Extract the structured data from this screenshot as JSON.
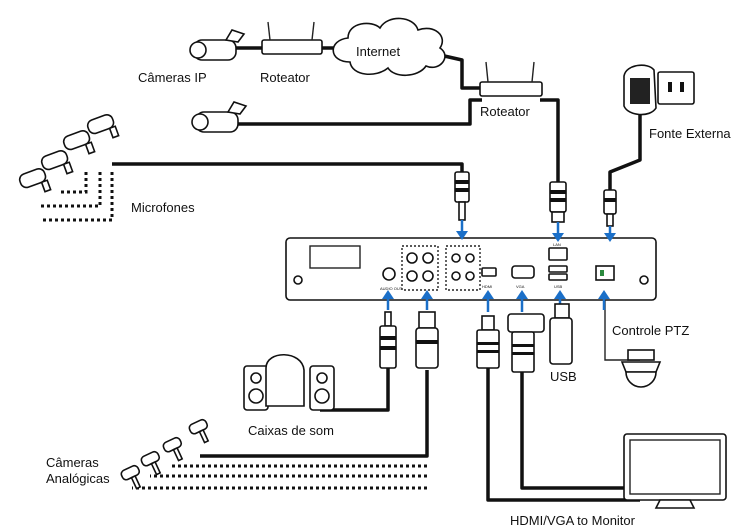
{
  "labels": {
    "internet": "Internet",
    "cameras_ip": "Câmeras IP",
    "router_left": "Roteator",
    "router_right": "Roteator",
    "external_power": "Fonte Externa",
    "microphones": "Microfones",
    "ptz_control": "Controle PTZ",
    "usb": "USB",
    "speakers": "Caixas de som",
    "analog_cameras_line1": "Câmeras",
    "analog_cameras_line2": "Analógicas",
    "monitor": "HDMI/VGA to Monitor"
  },
  "dvr_ports": {
    "audio_out": "AUDIO OUT",
    "hdmi": "HDMI",
    "vga": "VGA",
    "lan": "LAN",
    "usb": "USB"
  },
  "colors": {
    "arrow": "#1a6fc8",
    "line": "#111111"
  }
}
